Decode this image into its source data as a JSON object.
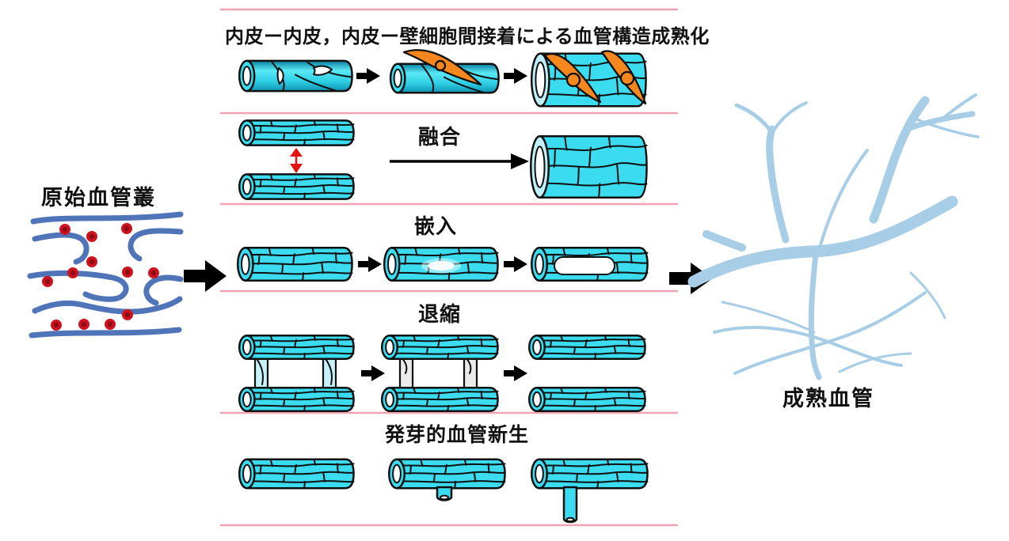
{
  "figure": {
    "title": "内皮ー内皮，内皮ー壁細胞間接着による血管構造成熟化",
    "left_label": "原始血管叢",
    "right_label": "成熟血管",
    "sections": {
      "fusion": "融合",
      "intussusception": "嵌入",
      "regression": "退縮",
      "sprouting": "発芽的血管新生"
    },
    "colors": {
      "vessel_cyan": "#3BDCEF",
      "vessel_cyan_dark": "#0A7E9E",
      "vessel_ring": "#BFF0F8",
      "outline": "#101010",
      "divider_pink": "#F2A3B3",
      "pericyte_orange": "#F5871E",
      "plexus_blue": "#4F74B8",
      "red_cell": "#CE1220",
      "red_cell_core": "#8E0D14",
      "mature_blue": "#A7CEE6",
      "fusion_arrow_red": "#E51212",
      "arrow_black": "#000000",
      "bridge_light": "#C8F2FA",
      "bridge_gray": "#EAEAEA"
    }
  }
}
